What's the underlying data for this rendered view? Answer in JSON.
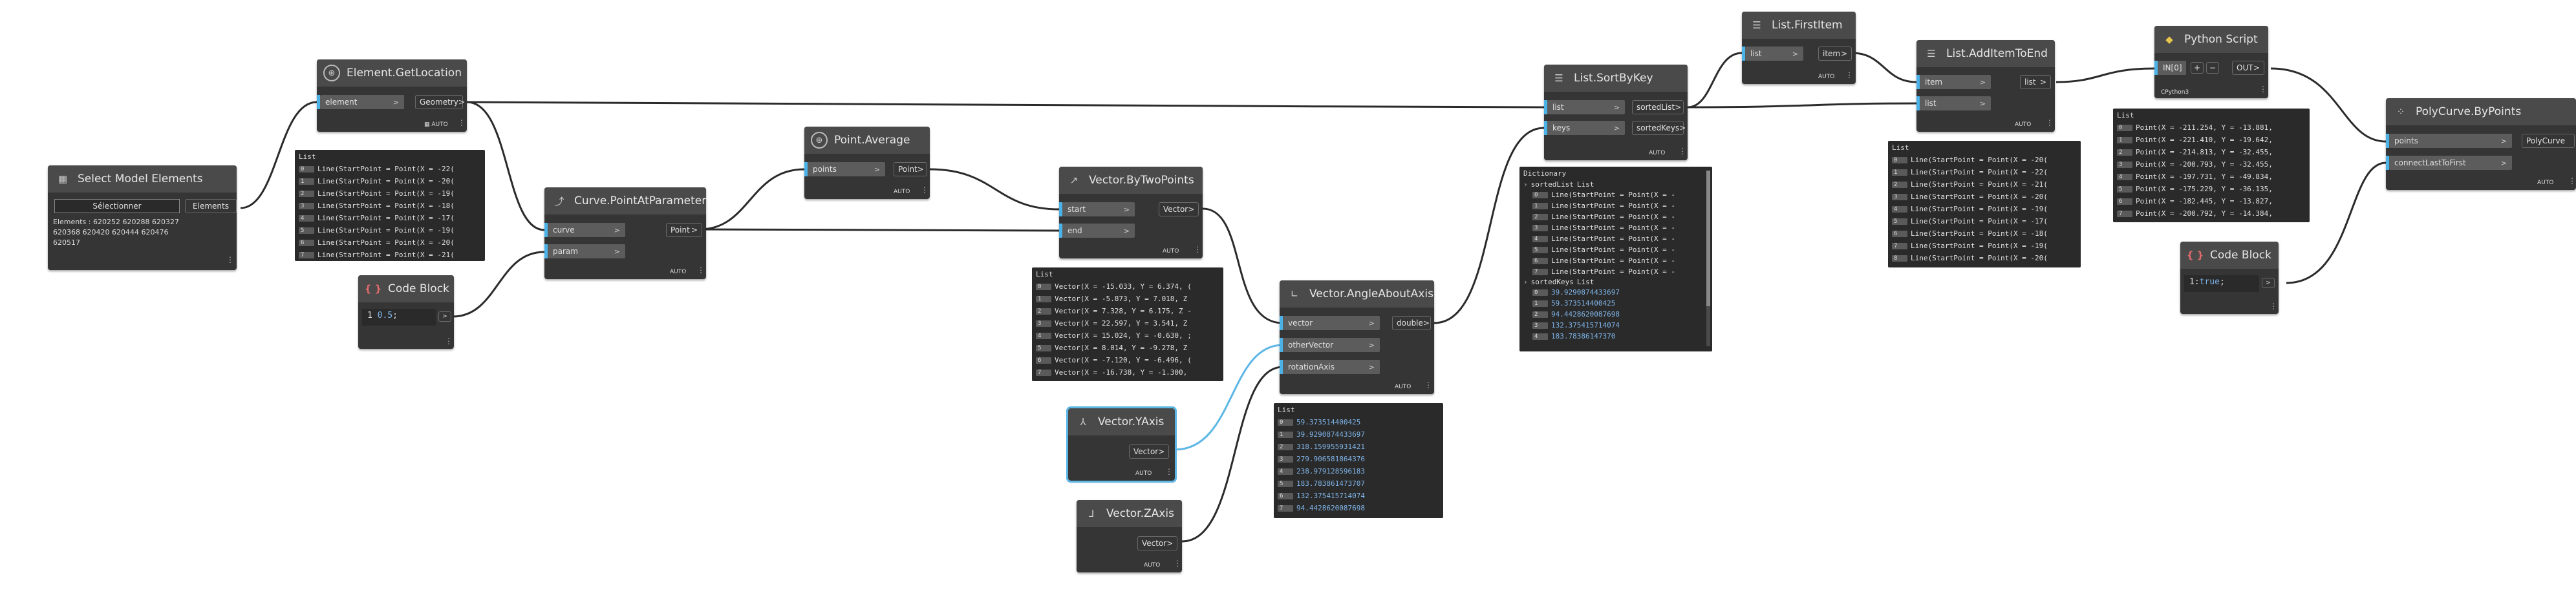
{
  "nodes": {
    "select": {
      "title": "Select Model Elements",
      "button": "Sélectionner",
      "out": "Elements",
      "info": "Elements : 620252 620288 620327 620368 620420 620444 620476 620517"
    },
    "getloc": {
      "title": "Element.GetLocation",
      "in": [
        "element"
      ],
      "out": "Geometry",
      "lacing": "AUTO"
    },
    "pap": {
      "title": "Curve.PointAtParameter",
      "in": [
        "curve",
        "param"
      ],
      "out": "Point",
      "lacing": "AUTO"
    },
    "cb1": {
      "title": "Code Block",
      "code_num": "0.5",
      "code_end": ";"
    },
    "avg": {
      "title": "Point.Average",
      "in": [
        "points"
      ],
      "out": "Point",
      "lacing": "AUTO"
    },
    "btp": {
      "title": "Vector.ByTwoPoints",
      "in": [
        "start",
        "end"
      ],
      "out": "Vector",
      "lacing": "AUTO"
    },
    "yaxis": {
      "title": "Vector.YAxis",
      "out": "Vector",
      "lacing": "AUTO"
    },
    "zaxis": {
      "title": "Vector.ZAxis",
      "out": "Vector",
      "lacing": "AUTO"
    },
    "aaa": {
      "title": "Vector.AngleAboutAxis",
      "in": [
        "vector",
        "otherVector",
        "rotationAxis"
      ],
      "out": "double",
      "lacing": "AUTO"
    },
    "sort": {
      "title": "List.SortByKey",
      "in": [
        "list",
        "keys"
      ],
      "out": [
        "sortedList",
        "sortedKeys"
      ],
      "lacing": "AUTO"
    },
    "first": {
      "title": "List.FirstItem",
      "in": [
        "list"
      ],
      "out": "item",
      "lacing": "AUTO"
    },
    "add": {
      "title": "List.AddItemToEnd",
      "in": [
        "item",
        "list"
      ],
      "out": "list",
      "lacing": "AUTO"
    },
    "py": {
      "title": "Python Script",
      "in": [
        "IN[0]"
      ],
      "plus": "+",
      "minus": "−",
      "out": "OUT",
      "footer": "CPython3"
    },
    "cb2": {
      "title": "Code Block",
      "code_kw": "true",
      "code_pre": "1:",
      "code_end": ";"
    },
    "poly": {
      "title": "PolyCurve.ByPoints",
      "in": [
        "points",
        "connectLastToFirst"
      ],
      "out": "PolyCurve",
      "lacing": "AUTO"
    }
  },
  "previews": {
    "getloc": {
      "title": "List",
      "rows": [
        [
          "0",
          "Line(StartPoint = Point(X = -22("
        ],
        [
          "1",
          "Line(StartPoint = Point(X = -20("
        ],
        [
          "2",
          "Line(StartPoint = Point(X = -19("
        ],
        [
          "3",
          "Line(StartPoint = Point(X = -18("
        ],
        [
          "4",
          "Line(StartPoint = Point(X = -17("
        ],
        [
          "5",
          "Line(StartPoint = Point(X = -19("
        ],
        [
          "6",
          "Line(StartPoint = Point(X = -20("
        ],
        [
          "7",
          "Line(StartPoint = Point(X = -21("
        ]
      ]
    },
    "btp": {
      "title": "List",
      "rows": [
        [
          "0",
          "Vector(X = -15.033, Y = 6.374, ("
        ],
        [
          "1",
          "Vector(X = -5.873, Y = 7.018, Z"
        ],
        [
          "2",
          "Vector(X = 7.328, Y = 6.175, Z -"
        ],
        [
          "3",
          "Vector(X = 22.597, Y = 3.541, Z"
        ],
        [
          "4",
          "Vector(X = 15.024, Y = -0.630, ;"
        ],
        [
          "5",
          "Vector(X = 8.014, Y = -9.278, Z"
        ],
        [
          "6",
          "Vector(X = -7.120, Y = -6.496, ("
        ],
        [
          "7",
          "Vector(X = -16.738, Y = -1.300,"
        ]
      ]
    },
    "aaa": {
      "title": "List",
      "rows": [
        [
          "0",
          "59.373514400425"
        ],
        [
          "1",
          "39.9290874433697"
        ],
        [
          "2",
          "318.159955931421"
        ],
        [
          "3",
          "279.906581864376"
        ],
        [
          "4",
          "238.979128596183"
        ],
        [
          "5",
          "183.783861473707"
        ],
        [
          "6",
          "132.375415714074"
        ],
        [
          "7",
          "94.4428620087698"
        ]
      ]
    },
    "sort": {
      "title": "Dictionary",
      "key1": "sortedList",
      "list1": "List",
      "rows": [
        [
          "0",
          "Line(StartPoint = Point(X = -"
        ],
        [
          "1",
          "Line(StartPoint = Point(X = -"
        ],
        [
          "2",
          "Line(StartPoint = Point(X = -"
        ],
        [
          "3",
          "Line(StartPoint = Point(X = -"
        ],
        [
          "4",
          "Line(StartPoint = Point(X = -"
        ],
        [
          "5",
          "Line(StartPoint = Point(X = -"
        ],
        [
          "6",
          "Line(StartPoint = Point(X = -"
        ],
        [
          "7",
          "Line(StartPoint = Point(X = -"
        ]
      ],
      "key2": "sortedKeys",
      "list2": "List",
      "rows2": [
        [
          "0",
          "39.9290874433697"
        ],
        [
          "1",
          "59.373514400425"
        ],
        [
          "2",
          "94.4428620087698"
        ],
        [
          "3",
          "132.375415714074"
        ],
        [
          "4",
          "183.78386147370"
        ]
      ]
    },
    "add": {
      "title": "List",
      "rows": [
        [
          "0",
          "Line(StartPoint = Point(X = -20("
        ],
        [
          "1",
          "Line(StartPoint = Point(X = -22("
        ],
        [
          "2",
          "Line(StartPoint = Point(X = -21("
        ],
        [
          "3",
          "Line(StartPoint = Point(X = -20("
        ],
        [
          "4",
          "Line(StartPoint = Point(X = -19("
        ],
        [
          "5",
          "Line(StartPoint = Point(X = -17("
        ],
        [
          "6",
          "Line(StartPoint = Point(X = -18("
        ],
        [
          "7",
          "Line(StartPoint = Point(X = -19("
        ],
        [
          "8",
          "Line(StartPoint = Point(X = -20("
        ]
      ]
    },
    "py": {
      "title": "List",
      "rows": [
        [
          "0",
          "Point(X = -211.254, Y = -13.881,"
        ],
        [
          "1",
          "Point(X = -221.410, Y = -19.642,"
        ],
        [
          "2",
          "Point(X = -214.813, Y = -32.455,"
        ],
        [
          "3",
          "Point(X = -200.793, Y = -32.455,"
        ],
        [
          "4",
          "Point(X = -197.731, Y = -49.834,"
        ],
        [
          "5",
          "Point(X = -175.229, Y = -36.135,"
        ],
        [
          "6",
          "Point(X = -182.445, Y = -13.827,"
        ],
        [
          "7",
          "Point(X = -200.792, Y = -14.384,"
        ]
      ]
    }
  }
}
